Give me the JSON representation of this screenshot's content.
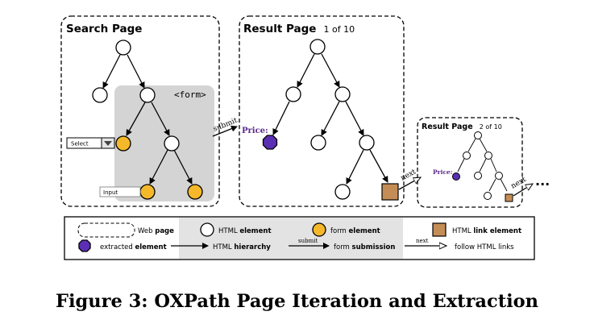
{
  "pages": {
    "search": {
      "title": "Search Page",
      "form_tag": "<form>",
      "select_label": "Select",
      "input_label": "Input"
    },
    "result1": {
      "title": "Result Page",
      "page_info": "1 of 10",
      "price_label": "Price:"
    },
    "result2": {
      "title": "Result Page",
      "page_info": "2 of 10",
      "price_label": "Price:"
    }
  },
  "arrows": {
    "submit_label": "submit",
    "next_label": "next",
    "ellipsis": "..."
  },
  "legend": {
    "web_page": {
      "plain": "Web ",
      "bold": "page"
    },
    "html_element": {
      "plain": "HTML ",
      "bold": "element"
    },
    "form_element": {
      "plain": "form ",
      "bold": "element"
    },
    "html_link_element": {
      "plain": "HTML ",
      "bold": "link element"
    },
    "extracted_element": {
      "plain": "extracted ",
      "bold": "element"
    },
    "html_hierarchy": {
      "plain": "HTML ",
      "bold": "hierarchy"
    },
    "form_submission": {
      "plain": "form ",
      "bold": "submission"
    },
    "follow_links": {
      "plain": "follow HTML links"
    },
    "submit_arrow_label": "submit",
    "next_arrow_label": "next"
  },
  "colors": {
    "form_element": "#f5b82a",
    "extracted_element": "#5b2fb3",
    "link_element": "#c58d56",
    "form_region": "#d4d4d4",
    "price_text": "#5b2a8c"
  },
  "caption": "Figure 3: OXPath Page Iteration and Extraction"
}
